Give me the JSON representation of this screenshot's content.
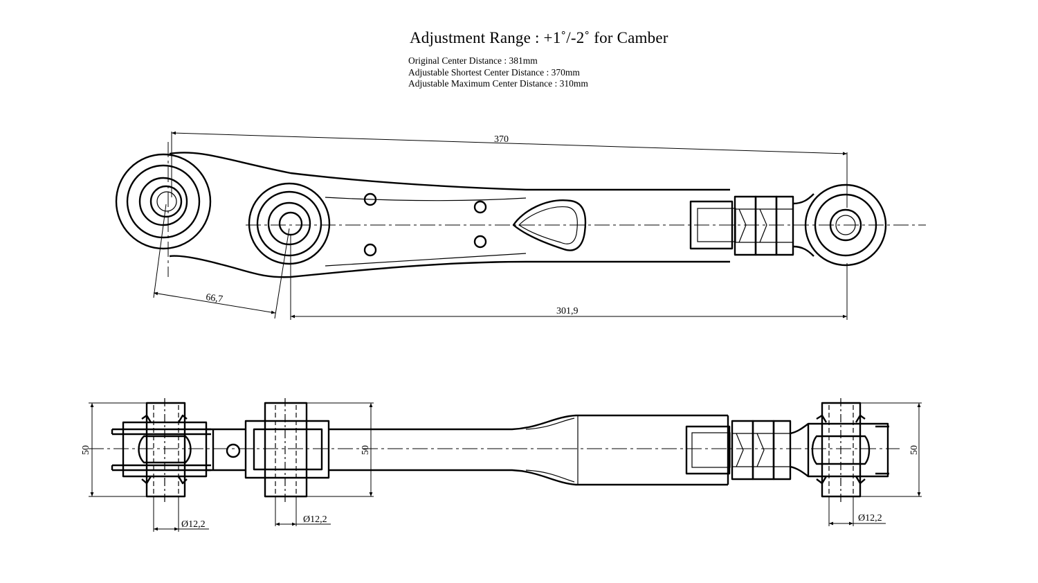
{
  "header": {
    "title": "Adjustment Range : +1˚/-2˚ for Camber",
    "specs": [
      "Original  Center Distance : 381mm",
      "Adjustable Shortest Center Distance : 370mm",
      "Adjustable Maximum  Center Distance : 310mm"
    ]
  },
  "top_view": {
    "dim_overall": "370",
    "dim_offset": "66,7",
    "dim_inner": "301,9"
  },
  "side_view": {
    "dim_height_left": "50",
    "dim_height_mid": "50",
    "dim_height_right": "50",
    "dim_bore_left": "Ø12,2",
    "dim_bore_mid": "Ø12,2",
    "dim_bore_right": "Ø12,2"
  }
}
